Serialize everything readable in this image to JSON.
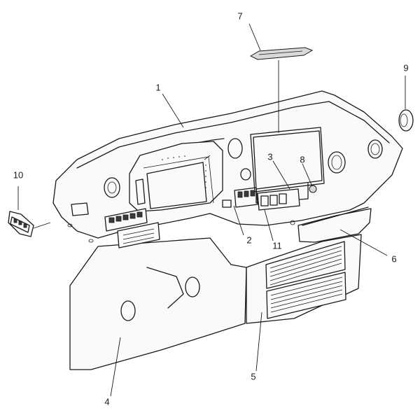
{
  "callouts": [
    {
      "id": "c1",
      "label": "1"
    },
    {
      "id": "c2",
      "label": "2"
    },
    {
      "id": "c3",
      "label": "3"
    },
    {
      "id": "c4",
      "label": "4"
    },
    {
      "id": "c5",
      "label": "5"
    },
    {
      "id": "c6",
      "label": "6"
    },
    {
      "id": "c7",
      "label": "7"
    },
    {
      "id": "c8",
      "label": "8"
    },
    {
      "id": "c9",
      "label": "9"
    },
    {
      "id": "c10",
      "label": "10"
    },
    {
      "id": "c11",
      "label": "11"
    }
  ],
  "colors": {
    "line": "#1a1a1a",
    "background": "#ffffff",
    "shade": "#d9d9d9"
  }
}
